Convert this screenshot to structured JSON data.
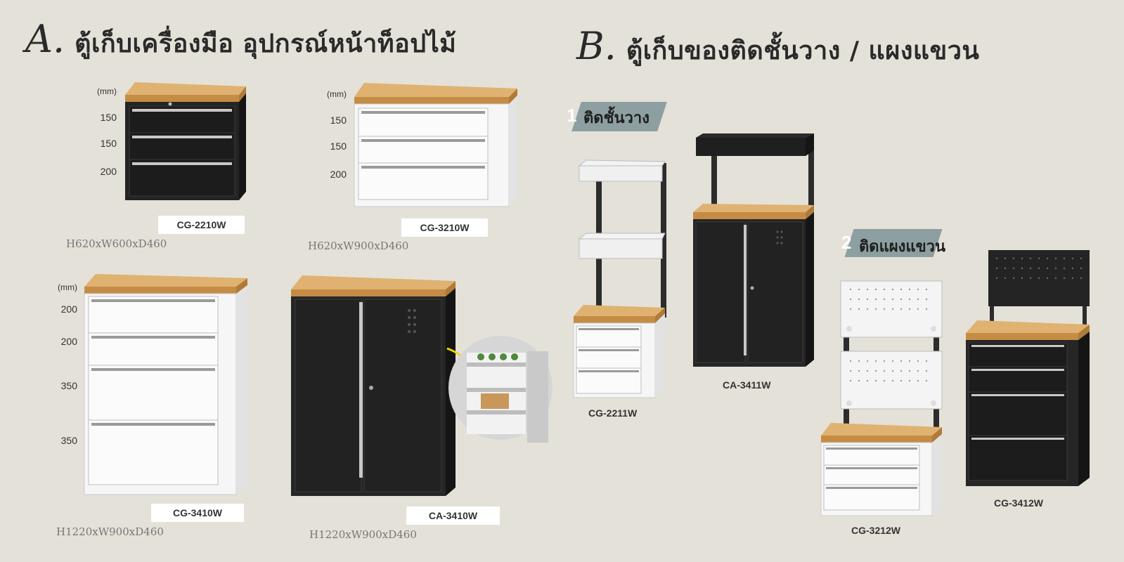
{
  "section_a": {
    "letter": "A.",
    "title": "ตู้เก็บเครื่องมือ อุปกรณ์หน้าท็อปไม้"
  },
  "section_b": {
    "letter": "B.",
    "title": "ตู้เก็บของติดชั้นวาง / แผงแขวน",
    "tags": [
      {
        "num": "1",
        "label": "ติดชั้นวาง"
      },
      {
        "num": "2",
        "label": "ติดแผงแขวน"
      }
    ]
  },
  "unit": "(mm)",
  "colors": {
    "background": "#e4e1d8",
    "black_cabinet": "#262626",
    "white_cabinet": "#f4f4f4",
    "wood": "#d9a55e",
    "tag": "#8d9fa1"
  },
  "products_a": [
    {
      "code": "CG-2210W",
      "dims": "H620xW600xD460",
      "drawers": [
        "150",
        "150",
        "200"
      ]
    },
    {
      "code": "CG-3210W",
      "dims": "H620xW900xD460",
      "drawers": [
        "150",
        "150",
        "200"
      ]
    },
    {
      "code": "CG-3410W",
      "dims": "H1220xW900xD460",
      "drawers": [
        "200",
        "200",
        "350",
        "350"
      ]
    },
    {
      "code": "CA-3410W",
      "dims": "H1220xW900xD460"
    }
  ],
  "products_b": [
    {
      "code": "CG-2211W"
    },
    {
      "code": "CA-3411W"
    },
    {
      "code": "CG-3212W"
    },
    {
      "code": "CG-3412W"
    }
  ]
}
